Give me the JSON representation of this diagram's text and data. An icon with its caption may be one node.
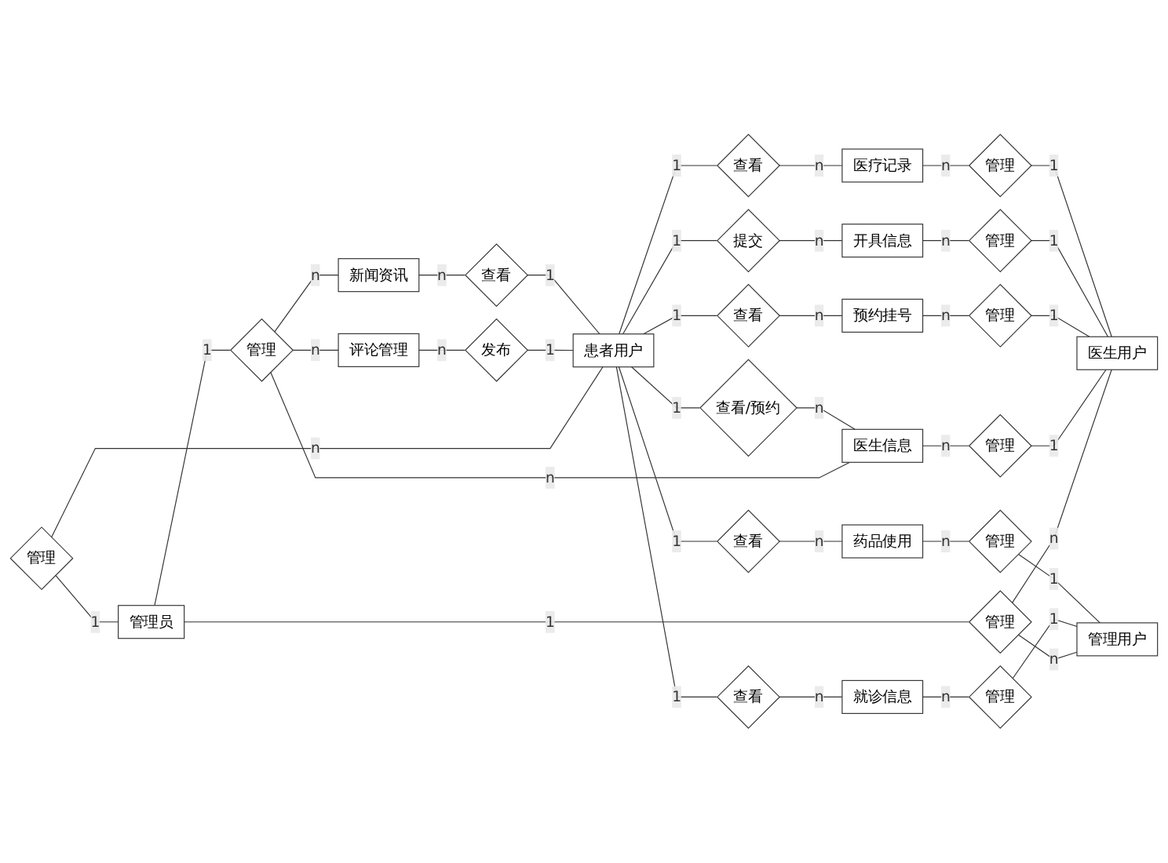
{
  "diagram": {
    "nodes": [
      {
        "text": [
          "管理员"
        ]
      },
      {
        "text": [
          "管理"
        ]
      },
      {
        "text": [
          "管理"
        ]
      },
      {
        "text": [
          "管理"
        ]
      },
      {
        "text": [
          "评论管理"
        ]
      },
      {
        "text": [
          "新闻资讯"
        ]
      },
      {
        "text": [
          "发布"
        ]
      },
      {
        "text": [
          "查看"
        ]
      },
      {
        "text": [
          "患者用户"
        ]
      },
      {
        "text": [
          "查看/预约"
        ]
      },
      {
        "text": [
          "医生信息"
        ]
      },
      {
        "text": [
          "管理"
        ]
      },
      {
        "text": [
          "查看"
        ]
      },
      {
        "text": [
          "预约挂号"
        ]
      },
      {
        "text": [
          "管理"
        ]
      },
      {
        "text": [
          "提交"
        ]
      },
      {
        "text": [
          "开具信息"
        ]
      },
      {
        "text": [
          "管理"
        ]
      },
      {
        "text": [
          "查看"
        ]
      },
      {
        "text": [
          "医疗记录"
        ]
      },
      {
        "text": [
          "管理"
        ]
      },
      {
        "text": [
          "查看"
        ]
      },
      {
        "text": [
          "就诊信息"
        ]
      },
      {
        "text": [
          "管理"
        ]
      },
      {
        "text": [
          "查看"
        ]
      },
      {
        "text": [
          "药品使用"
        ]
      },
      {
        "text": [
          "管理"
        ]
      },
      {
        "text": [
          "医生用户"
        ]
      },
      {
        "text": [
          "管理用户"
        ]
      }
    ],
    "edges": [
      {
        "from": 1,
        "to": 0,
        "arrow": "none",
        "label": "1"
      },
      {
        "from": 1,
        "to": 8,
        "arrow": "none",
        "label": "n"
      },
      {
        "from": 0,
        "to": 2,
        "arrow": "none",
        "label": "1"
      },
      {
        "from": 2,
        "to": 27,
        "arrow": "none",
        "label": "n"
      },
      {
        "from": 2,
        "to": 28,
        "arrow": "none",
        "label": "n"
      },
      {
        "from": 0,
        "to": 3,
        "arrow": "none",
        "label": "1"
      },
      {
        "from": 3,
        "to": 4,
        "arrow": "none",
        "label": "n"
      },
      {
        "from": 3,
        "to": 5,
        "arrow": "none",
        "label": "n"
      },
      {
        "from": 3,
        "to": 10,
        "arrow": "none",
        "label": "n"
      },
      {
        "from": 4,
        "to": 6,
        "arrow": "none",
        "label": "n"
      },
      {
        "from": 6,
        "to": 8,
        "arrow": "none",
        "label": "1"
      },
      {
        "from": 5,
        "to": 7,
        "arrow": "none",
        "label": "n"
      },
      {
        "from": 7,
        "to": 8,
        "arrow": "none",
        "label": "1"
      },
      {
        "from": 8,
        "to": 9,
        "arrow": "none",
        "label": "1"
      },
      {
        "from": 9,
        "to": 10,
        "arrow": "none",
        "label": "n"
      },
      {
        "from": 10,
        "to": 11,
        "arrow": "none",
        "label": "n"
      },
      {
        "from": 11,
        "to": 27,
        "arrow": "none",
        "label": "1"
      },
      {
        "from": 8,
        "to": 12,
        "arrow": "none",
        "label": "1"
      },
      {
        "from": 12,
        "to": 13,
        "arrow": "none",
        "label": "n"
      },
      {
        "from": 13,
        "to": 14,
        "arrow": "none",
        "label": "n"
      },
      {
        "from": 14,
        "to": 27,
        "arrow": "none",
        "label": "1"
      },
      {
        "from": 8,
        "to": 15,
        "arrow": "none",
        "label": "1"
      },
      {
        "from": 15,
        "to": 16,
        "arrow": "none",
        "label": "n"
      },
      {
        "from": 16,
        "to": 17,
        "arrow": "none",
        "label": "n"
      },
      {
        "from": 17,
        "to": 27,
        "arrow": "none",
        "label": "1"
      },
      {
        "from": 8,
        "to": 18,
        "arrow": "none",
        "label": "1"
      },
      {
        "from": 18,
        "to": 19,
        "arrow": "none",
        "label": "n"
      },
      {
        "from": 19,
        "to": 20,
        "arrow": "none",
        "label": "n"
      },
      {
        "from": 20,
        "to": 27,
        "arrow": "none",
        "label": "1"
      },
      {
        "from": 8,
        "to": 21,
        "arrow": "none",
        "label": "1"
      },
      {
        "from": 21,
        "to": 22,
        "arrow": "none",
        "label": "n"
      },
      {
        "from": 22,
        "to": 23,
        "arrow": "none",
        "label": "n"
      },
      {
        "from": 23,
        "to": 28,
        "arrow": "none",
        "label": "1"
      },
      {
        "from": 8,
        "to": 24,
        "arrow": "none",
        "label": "1"
      },
      {
        "from": 24,
        "to": 25,
        "arrow": "none",
        "label": "n"
      },
      {
        "from": 25,
        "to": 26,
        "arrow": "none",
        "label": "n"
      },
      {
        "from": 26,
        "to": 28,
        "arrow": "none",
        "label": "1"
      }
    ]
  }
}
